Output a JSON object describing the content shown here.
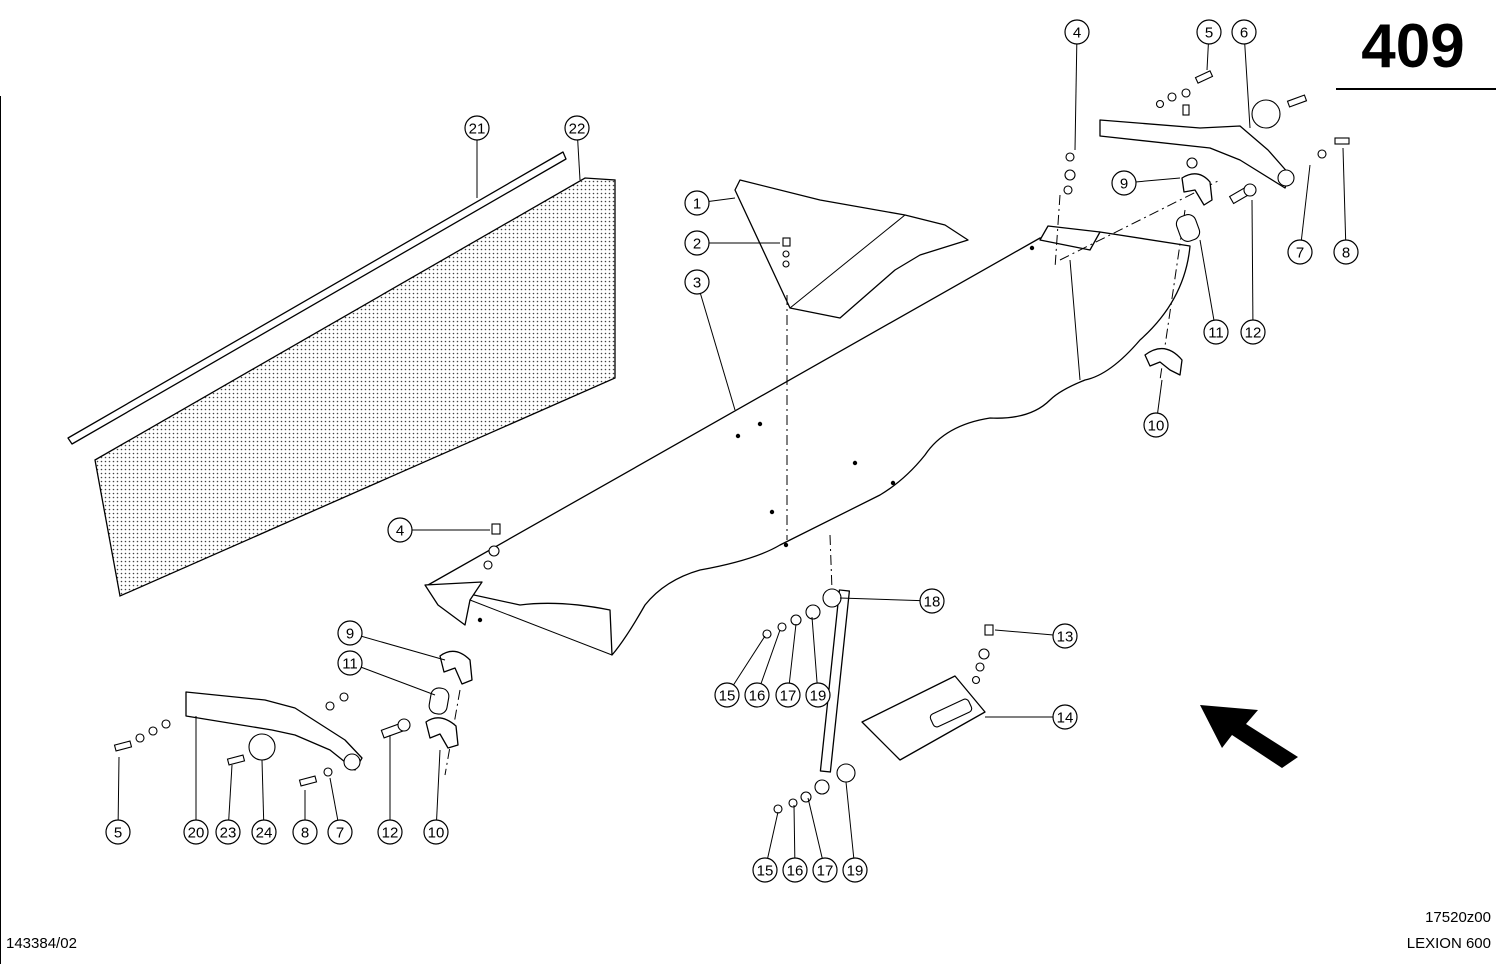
{
  "header": {
    "page_number": "409"
  },
  "footer": {
    "doc_number": "143384/02",
    "drawing_code": "17520z00",
    "model": "LEXION 600"
  },
  "callouts": [
    "1",
    "2",
    "3",
    "4",
    "4",
    "5",
    "5",
    "6",
    "7",
    "7",
    "8",
    "8",
    "9",
    "9",
    "10",
    "10",
    "11",
    "11",
    "12",
    "12",
    "13",
    "14",
    "15",
    "15",
    "16",
    "16",
    "17",
    "17",
    "18",
    "19",
    "19",
    "20",
    "21",
    "22",
    "23",
    "24"
  ],
  "icons": {
    "direction_arrow": "arrow-up-left-icon"
  }
}
